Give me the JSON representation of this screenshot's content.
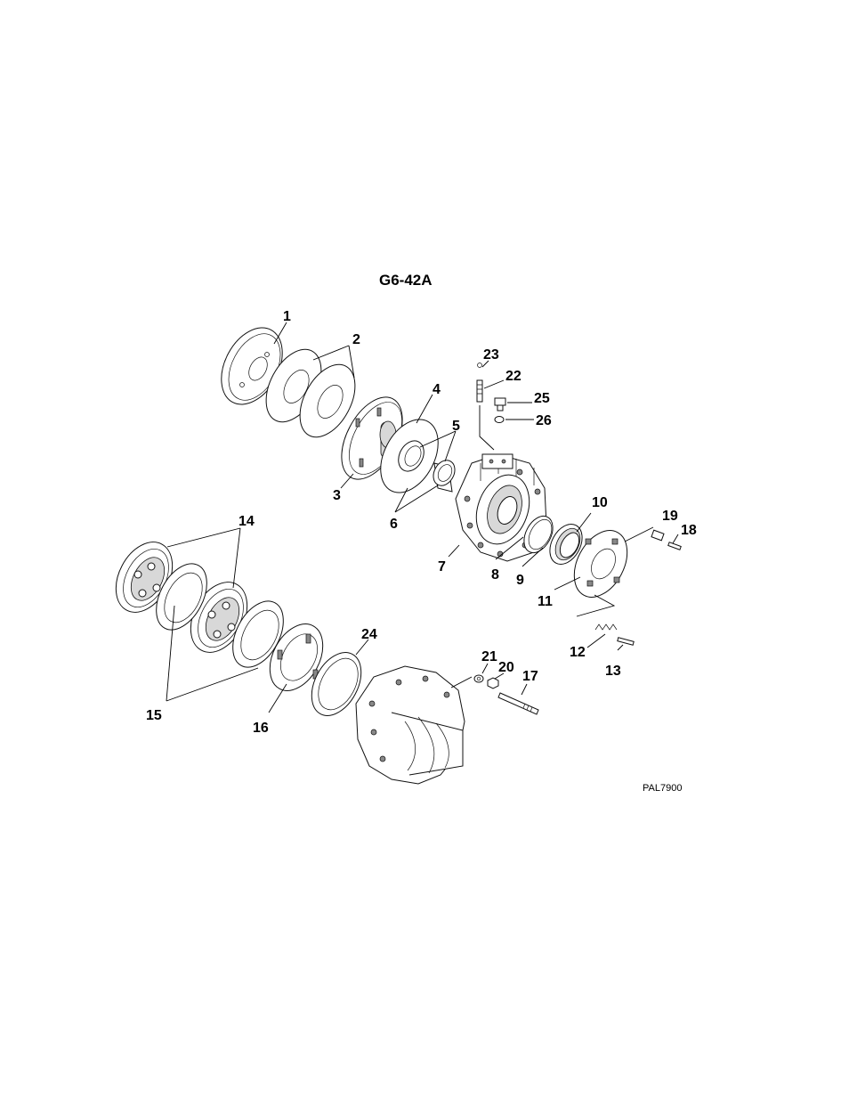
{
  "figure_title": "G6-42A",
  "drawing_code": "PAL7900",
  "callouts": {
    "c1": "1",
    "c2": "2",
    "c3": "3",
    "c4": "4",
    "c5": "5",
    "c6": "6",
    "c7": "7",
    "c8": "8",
    "c9": "9",
    "c10": "10",
    "c11": "11",
    "c12": "12",
    "c13": "13",
    "c14": "14",
    "c15": "15",
    "c16": "16",
    "c17": "17",
    "c18": "18",
    "c19": "19",
    "c20": "20",
    "c21": "21",
    "c22": "22",
    "c23": "23",
    "c24": "24",
    "c25": "25",
    "c26": "26"
  }
}
